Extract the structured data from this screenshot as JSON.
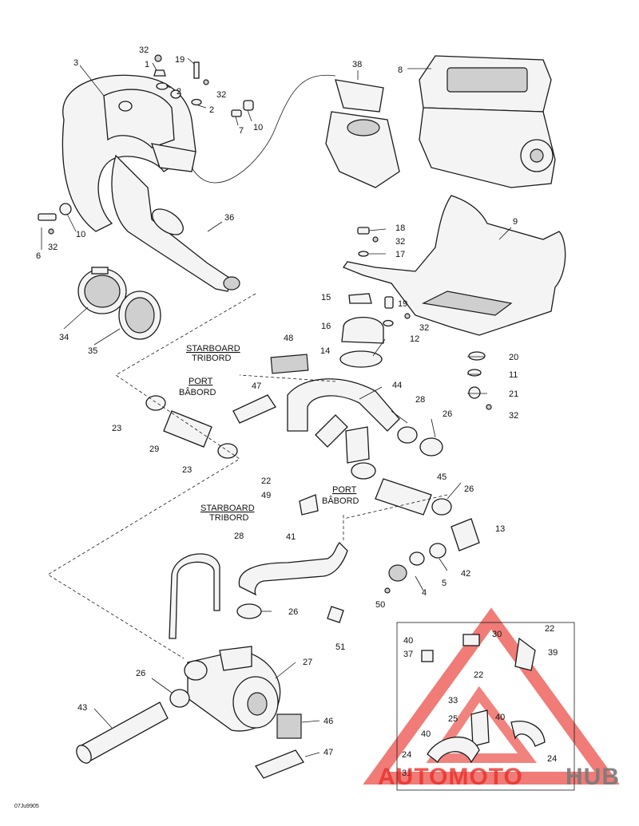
{
  "diagram": {
    "drawing_code": "07Ju9905",
    "watermark": {
      "text_left": "AUTOMOTO",
      "text_right": "HUB",
      "color_primary": "#e8302a",
      "color_secondary": "#7a7a7a"
    },
    "text_labels": {
      "starboard_1": "STARBOARD",
      "tribord_1": "TRIBORD",
      "port_1": "PORT",
      "babord_1": "BÂBORD",
      "port_2": "PORT",
      "babord_2": "BÂBORD",
      "starboard_2": "STARBOARD",
      "tribord_2": "TRIBORD"
    },
    "callouts": {
      "c1": "32",
      "c2": "1",
      "c3": "2",
      "c4": "19",
      "c5": "32",
      "c6": "2",
      "c7": "3",
      "c8": "7",
      "c9": "10",
      "c10": "38",
      "c11": "8",
      "c12": "36",
      "c13": "10",
      "c14": "6",
      "c15": "32",
      "c16": "9",
      "c17": "18",
      "c18": "32",
      "c19": "17",
      "c20": "34",
      "c21": "35",
      "c22": "15",
      "c23": "19",
      "c24": "16",
      "c25": "32",
      "c26": "12",
      "c27": "48",
      "c28": "14",
      "c29": "20",
      "c30": "11",
      "c31": "21",
      "c32": "32",
      "c33": "47",
      "c34": "44",
      "c35": "28",
      "c36": "23",
      "c37": "29",
      "c38": "23",
      "c39": "26",
      "c40": "45",
      "c41": "22",
      "c42": "49",
      "c43": "26",
      "c44": "13",
      "c45": "41",
      "c46": "42",
      "c47": "5",
      "c48": "4",
      "c49": "50",
      "c50": "28",
      "c51": "26",
      "c52": "51",
      "c53": "40",
      "c54": "30",
      "c55": "22",
      "c56": "37",
      "c57": "39",
      "c58": "22",
      "c59": "27",
      "c60": "26",
      "c61": "33",
      "c62": "25",
      "c63": "40",
      "c64": "43",
      "c65": "46",
      "c66": "40",
      "c67": "24",
      "c68": "24",
      "c69": "47",
      "c70": "31"
    }
  }
}
